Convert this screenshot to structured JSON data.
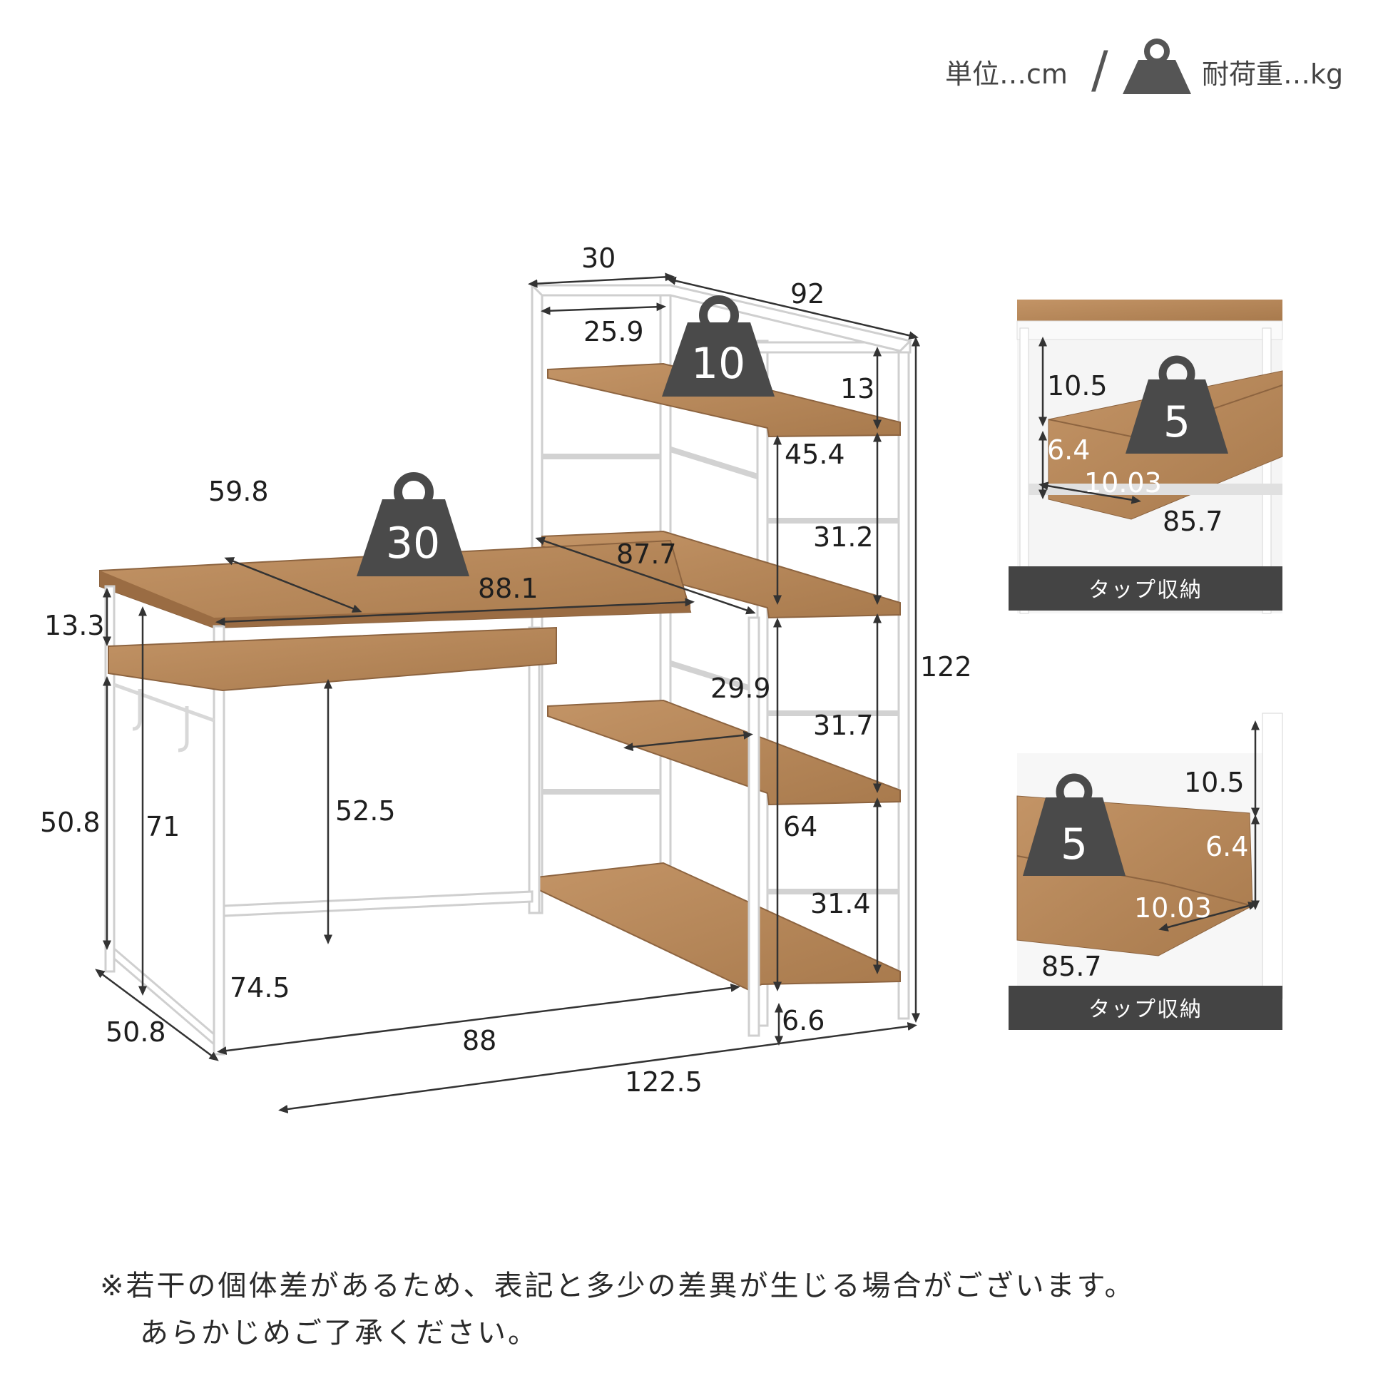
{
  "legend": {
    "unit": "単位…cm",
    "separator": "/",
    "load": "耐荷重…kg"
  },
  "weights": {
    "upper_shelf": "10",
    "desk_top": "30",
    "tray_upper": "5",
    "tray_lower": "5"
  },
  "dims": {
    "d30": "30",
    "d92": "92",
    "d25_9": "25.9",
    "d13": "13",
    "d45_4": "45.4",
    "d59_8": "59.8",
    "d87_7": "87.7",
    "d88_1": "88.1",
    "d31_2": "31.2",
    "d13_3": "13.3",
    "d122": "122",
    "d29_9": "29.9",
    "d31_7": "31.7",
    "d50_8_v": "50.8",
    "d71": "71",
    "d52_5": "52.5",
    "d64": "64",
    "d31_4": "31.4",
    "d74_5": "74.5",
    "d50_8_h": "50.8",
    "d88": "88",
    "d6_6": "6.6",
    "d122_5": "122.5"
  },
  "detail1": {
    "d10_5": "10.5",
    "d6_4": "6.4",
    "d10_03": "10.03",
    "d85_7": "85.7",
    "caption": "タップ収納"
  },
  "detail2": {
    "d10_5": "10.5",
    "d6_4": "6.4",
    "d10_03": "10.03",
    "d85_7": "85.7",
    "caption": "タップ収納"
  },
  "notes": {
    "line1": "※若干の個体差があるため、表記と多少の差異が生じる場合がございます。",
    "line2": "あらかじめご了承ください。"
  },
  "colors": {
    "wood": "#b8875a",
    "wood_dark": "#9a6c43",
    "frame": "#ffffff",
    "frame_edge": "#c9c9c9",
    "badge": "#4a4a4a",
    "caption_bg": "#444444"
  }
}
